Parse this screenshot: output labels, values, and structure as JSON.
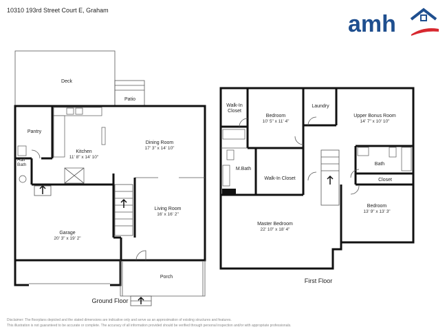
{
  "header": {
    "address": "10310 193rd Street Court E, Graham"
  },
  "brand": {
    "logo_text": "amh",
    "colors": {
      "blue": "#1f4f8f",
      "red": "#d7282f"
    }
  },
  "ground_floor": {
    "label": "Ground Floor",
    "rooms": {
      "deck": {
        "name": "Deck"
      },
      "patio": {
        "name": "Patio"
      },
      "pantry": {
        "name": "Pantry"
      },
      "kitchen": {
        "name": "Kitchen",
        "dims": "11' 8\" x 14' 10\""
      },
      "dining": {
        "name": "Dining Room",
        "dims": "17' 3\" x 14' 10\""
      },
      "half_bath": {
        "name_line1": "Half",
        "name_line2": "Bath"
      },
      "living": {
        "name": "Living Room",
        "dims": "16' x 16' 2\""
      },
      "garage": {
        "name": "Garage",
        "dims": "20' 3\" x 19' 2\""
      },
      "porch": {
        "name": "Porch"
      }
    }
  },
  "first_floor": {
    "label": "First Floor",
    "rooms": {
      "walkin_closet_1": {
        "name_line1": "Walk-In",
        "name_line2": "Closet"
      },
      "bedroom_1": {
        "name": "Bedroom",
        "dims": "10' 5\" x 11' 4\""
      },
      "laundry": {
        "name": "Laundry"
      },
      "upper_bonus": {
        "name": "Upper Bonus Room",
        "dims": "14' 7\" x 10' 10\""
      },
      "m_bath": {
        "name": "M.Bath"
      },
      "walkin_closet_2": {
        "name": "Walk-In Closet"
      },
      "bath": {
        "name": "Bath"
      },
      "closet": {
        "name": "Closet"
      },
      "master": {
        "name": "Master Bedroom",
        "dims": "22' 10\" x 18' 4\""
      },
      "bedroom_2": {
        "name": "Bedroom",
        "dims": "13' 9\" x 13' 3\""
      }
    }
  },
  "footer": {
    "disclaimer_line1": "Disclaimer: The floorplans depicted and the stated dimensions are indicative only and serve as an approximation of existing structures and features.",
    "disclaimer_line2": "This illustration is not guaranteed to be accurate or complete. The accuracy of all information provided should be verified through personal inspection and/or with appropriate professionals."
  }
}
